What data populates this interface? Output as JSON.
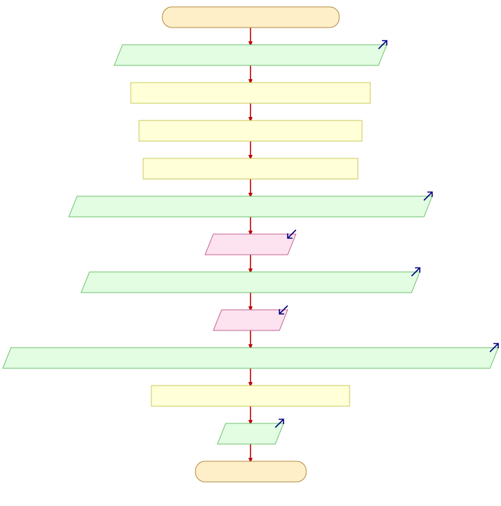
{
  "colors": {
    "terminal_fill": "#ffefc8",
    "terminal_stroke": "#b0893f",
    "process_fill": "#ffffd8",
    "process_stroke": "#c8c85a",
    "output_fill": "#e2fde2",
    "output_stroke": "#6cbf6c",
    "input_fill": "#fde2f0",
    "input_stroke": "#c0608f",
    "arrow": "#c00000",
    "io_arrow": "#000080"
  },
  "nodes": [
    {
      "id": "start",
      "shape": "terminal",
      "label": ""
    },
    {
      "id": "output-1",
      "shape": "output",
      "label": ""
    },
    {
      "id": "process-1",
      "shape": "process",
      "label": ""
    },
    {
      "id": "process-2",
      "shape": "process",
      "label": ""
    },
    {
      "id": "process-3",
      "shape": "process",
      "label": ""
    },
    {
      "id": "output-2",
      "shape": "output",
      "label": ""
    },
    {
      "id": "input-1",
      "shape": "input",
      "label": ""
    },
    {
      "id": "output-3",
      "shape": "output",
      "label": ""
    },
    {
      "id": "input-2",
      "shape": "input",
      "label": ""
    },
    {
      "id": "output-4",
      "shape": "output",
      "label": ""
    },
    {
      "id": "process-4",
      "shape": "process",
      "label": ""
    },
    {
      "id": "output-5",
      "shape": "output",
      "label": ""
    },
    {
      "id": "end",
      "shape": "terminal",
      "label": ""
    }
  ]
}
